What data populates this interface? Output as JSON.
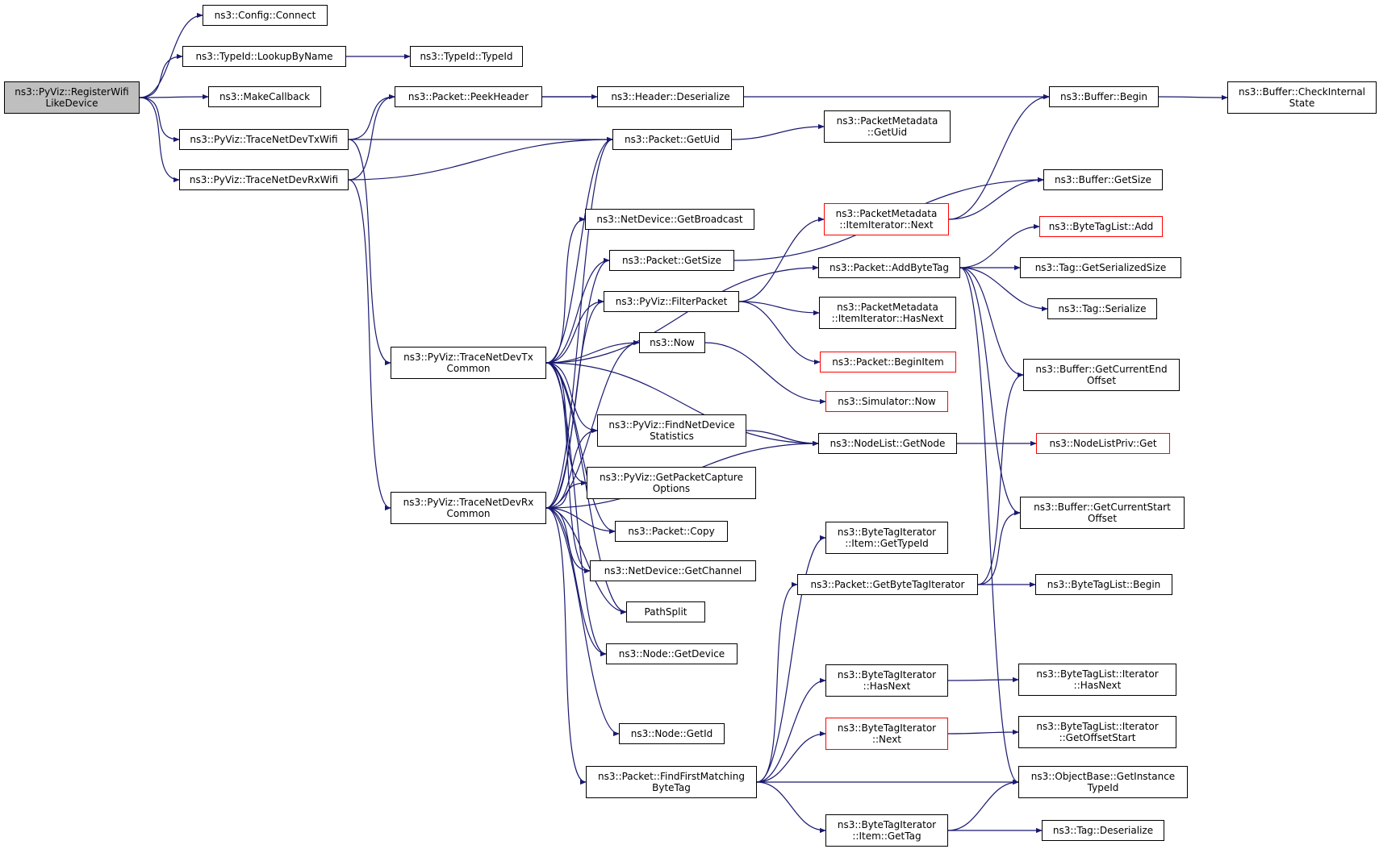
{
  "diagram": {
    "edge_color": "#191970",
    "undocumented_border_color": "#ff0000",
    "root_fill": "#bfbfbf",
    "nodes": [
      {
        "id": "root",
        "lines": [
          "ns3::PyViz::RegisterWifi",
          "LikeDevice"
        ]
      },
      {
        "id": "configConnect",
        "lines": [
          "ns3::Config::Connect"
        ]
      },
      {
        "id": "typeIdLookup",
        "lines": [
          "ns3::TypeId::LookupByName"
        ]
      },
      {
        "id": "typeId",
        "lines": [
          "ns3::TypeId::TypeId"
        ]
      },
      {
        "id": "makeCallback",
        "lines": [
          "ns3::MakeCallback"
        ]
      },
      {
        "id": "txWifi",
        "lines": [
          "ns3::PyViz::TraceNetDevTxWifi"
        ]
      },
      {
        "id": "rxWifi",
        "lines": [
          "ns3::PyViz::TraceNetDevRxWifi"
        ]
      },
      {
        "id": "peekHeader",
        "lines": [
          "ns3::Packet::PeekHeader"
        ]
      },
      {
        "id": "headerDeser",
        "lines": [
          "ns3::Header::Deserialize"
        ]
      },
      {
        "id": "bufferBegin",
        "lines": [
          "ns3::Buffer::Begin"
        ]
      },
      {
        "id": "bufferCheck",
        "lines": [
          "ns3::Buffer::CheckInternal",
          "State"
        ]
      },
      {
        "id": "getUid",
        "lines": [
          "ns3::Packet::GetUid"
        ]
      },
      {
        "id": "pmGetUid",
        "lines": [
          "ns3::PacketMetadata",
          "::GetUid"
        ]
      },
      {
        "id": "bufferGetSize",
        "lines": [
          "ns3::Buffer::GetSize"
        ]
      },
      {
        "id": "getBroadcast",
        "lines": [
          "ns3::NetDevice::GetBroadcast"
        ]
      },
      {
        "id": "pmNext",
        "lines": [
          "ns3::PacketMetadata",
          "::ItemIterator::Next"
        ],
        "undocumented": true
      },
      {
        "id": "getSize",
        "lines": [
          "ns3::Packet::GetSize"
        ]
      },
      {
        "id": "addByteTag",
        "lines": [
          "ns3::Packet::AddByteTag"
        ]
      },
      {
        "id": "btlAdd",
        "lines": [
          "ns3::ByteTagList::Add"
        ],
        "undocumented": true
      },
      {
        "id": "tagGetSerSize",
        "lines": [
          "ns3::Tag::GetSerializedSize"
        ]
      },
      {
        "id": "tagSerialize",
        "lines": [
          "ns3::Tag::Serialize"
        ]
      },
      {
        "id": "filterPacket",
        "lines": [
          "ns3::PyViz::FilterPacket"
        ]
      },
      {
        "id": "pmHasNext",
        "lines": [
          "ns3::PacketMetadata",
          "::ItemIterator::HasNext"
        ]
      },
      {
        "id": "now",
        "lines": [
          "ns3::Now"
        ]
      },
      {
        "id": "txCommon",
        "lines": [
          "ns3::PyViz::TraceNetDevTx",
          "Common"
        ]
      },
      {
        "id": "beginItem",
        "lines": [
          "ns3::Packet::BeginItem"
        ],
        "undocumented": true
      },
      {
        "id": "bufferCurEnd",
        "lines": [
          "ns3::Buffer::GetCurrentEnd",
          "Offset"
        ]
      },
      {
        "id": "simNow",
        "lines": [
          "ns3::Simulator::Now"
        ],
        "undocumented": true
      },
      {
        "id": "findNetDevStats",
        "lines": [
          "ns3::PyViz::FindNetDevice",
          "Statistics"
        ]
      },
      {
        "id": "nodeListGetNode",
        "lines": [
          "ns3::NodeList::GetNode"
        ]
      },
      {
        "id": "nodeListPrivGet",
        "lines": [
          "ns3::NodeListPriv::Get"
        ],
        "undocumented": true
      },
      {
        "id": "getPacketCapture",
        "lines": [
          "ns3::PyViz::GetPacketCapture",
          "Options"
        ]
      },
      {
        "id": "rxCommon",
        "lines": [
          "ns3::PyViz::TraceNetDevRx",
          "Common"
        ]
      },
      {
        "id": "bufferCurStart",
        "lines": [
          "ns3::Buffer::GetCurrentStart",
          "Offset"
        ]
      },
      {
        "id": "packetCopy",
        "lines": [
          "ns3::Packet::Copy"
        ]
      },
      {
        "id": "btiItemGetTypeId",
        "lines": [
          "ns3::ByteTagIterator",
          "::Item::GetTypeId"
        ]
      },
      {
        "id": "getChannel",
        "lines": [
          "ns3::NetDevice::GetChannel"
        ]
      },
      {
        "id": "getByteTagIter",
        "lines": [
          "ns3::Packet::GetByteTagIterator"
        ]
      },
      {
        "id": "btlBegin",
        "lines": [
          "ns3::ByteTagList::Begin"
        ]
      },
      {
        "id": "pathSplit",
        "lines": [
          "PathSplit"
        ]
      },
      {
        "id": "nodeGetDevice",
        "lines": [
          "ns3::Node::GetDevice"
        ]
      },
      {
        "id": "btiHasNext",
        "lines": [
          "ns3::ByteTagIterator",
          "::HasNext"
        ]
      },
      {
        "id": "btlIterHasNext",
        "lines": [
          "ns3::ByteTagList::Iterator",
          "::HasNext"
        ]
      },
      {
        "id": "nodeGetId",
        "lines": [
          "ns3::Node::GetId"
        ]
      },
      {
        "id": "btiNext",
        "lines": [
          "ns3::ByteTagIterator",
          "::Next"
        ],
        "undocumented": true
      },
      {
        "id": "btlIterOffset",
        "lines": [
          "ns3::ByteTagList::Iterator",
          "::GetOffsetStart"
        ]
      },
      {
        "id": "findFirstMatching",
        "lines": [
          "ns3::Packet::FindFirstMatching",
          "ByteTag"
        ]
      },
      {
        "id": "objGetInstance",
        "lines": [
          "ns3::ObjectBase::GetInstance",
          "TypeId"
        ]
      },
      {
        "id": "btiItemGetTag",
        "lines": [
          "ns3::ByteTagIterator",
          "::Item::GetTag"
        ]
      },
      {
        "id": "tagDeserialize",
        "lines": [
          "ns3::Tag::Deserialize"
        ]
      }
    ],
    "edges": [
      [
        "root",
        "configConnect"
      ],
      [
        "root",
        "typeIdLookup"
      ],
      [
        "root",
        "makeCallback"
      ],
      [
        "root",
        "txWifi"
      ],
      [
        "root",
        "rxWifi"
      ],
      [
        "typeIdLookup",
        "typeId"
      ],
      [
        "txWifi",
        "peekHeader"
      ],
      [
        "txWifi",
        "getUid"
      ],
      [
        "txWifi",
        "txCommon"
      ],
      [
        "rxWifi",
        "peekHeader"
      ],
      [
        "rxWifi",
        "getUid"
      ],
      [
        "rxWifi",
        "rxCommon"
      ],
      [
        "peekHeader",
        "headerDeser"
      ],
      [
        "peekHeader",
        "bufferBegin"
      ],
      [
        "bufferBegin",
        "bufferCheck"
      ],
      [
        "getUid",
        "pmGetUid"
      ],
      [
        "pmNext",
        "bufferBegin"
      ],
      [
        "pmNext",
        "bufferGetSize"
      ],
      [
        "getSize",
        "bufferGetSize"
      ],
      [
        "addByteTag",
        "btlAdd"
      ],
      [
        "addByteTag",
        "tagGetSerSize"
      ],
      [
        "addByteTag",
        "tagSerialize"
      ],
      [
        "addByteTag",
        "bufferCurEnd"
      ],
      [
        "addByteTag",
        "bufferCurStart"
      ],
      [
        "addByteTag",
        "objGetInstance"
      ],
      [
        "filterPacket",
        "pmNext"
      ],
      [
        "filterPacket",
        "pmHasNext"
      ],
      [
        "filterPacket",
        "beginItem"
      ],
      [
        "now",
        "simNow"
      ],
      [
        "txCommon",
        "getUid"
      ],
      [
        "txCommon",
        "getBroadcast"
      ],
      [
        "txCommon",
        "getSize"
      ],
      [
        "txCommon",
        "addByteTag"
      ],
      [
        "txCommon",
        "filterPacket"
      ],
      [
        "txCommon",
        "now"
      ],
      [
        "txCommon",
        "findNetDevStats"
      ],
      [
        "txCommon",
        "nodeListGetNode"
      ],
      [
        "txCommon",
        "getPacketCapture"
      ],
      [
        "txCommon",
        "packetCopy"
      ],
      [
        "txCommon",
        "getChannel"
      ],
      [
        "txCommon",
        "pathSplit"
      ],
      [
        "txCommon",
        "nodeGetDevice"
      ],
      [
        "rxCommon",
        "getUid"
      ],
      [
        "rxCommon",
        "getSize"
      ],
      [
        "rxCommon",
        "filterPacket"
      ],
      [
        "rxCommon",
        "now"
      ],
      [
        "rxCommon",
        "findNetDevStats"
      ],
      [
        "rxCommon",
        "nodeListGetNode"
      ],
      [
        "rxCommon",
        "getPacketCapture"
      ],
      [
        "rxCommon",
        "packetCopy"
      ],
      [
        "rxCommon",
        "getChannel"
      ],
      [
        "rxCommon",
        "pathSplit"
      ],
      [
        "rxCommon",
        "nodeGetDevice"
      ],
      [
        "rxCommon",
        "nodeGetId"
      ],
      [
        "rxCommon",
        "findFirstMatching"
      ],
      [
        "findNetDevStats",
        "nodeListGetNode"
      ],
      [
        "nodeListGetNode",
        "nodeListPrivGet"
      ],
      [
        "getByteTagIter",
        "btlBegin"
      ],
      [
        "getByteTagIter",
        "bufferCurEnd"
      ],
      [
        "getByteTagIter",
        "bufferCurStart"
      ],
      [
        "btiHasNext",
        "btlIterHasNext"
      ],
      [
        "btiNext",
        "btlIterOffset"
      ],
      [
        "findFirstMatching",
        "btiItemGetTypeId"
      ],
      [
        "findFirstMatching",
        "getByteTagIter"
      ],
      [
        "findFirstMatching",
        "btiHasNext"
      ],
      [
        "findFirstMatching",
        "btiNext"
      ],
      [
        "findFirstMatching",
        "objGetInstance"
      ],
      [
        "findFirstMatching",
        "btiItemGetTag"
      ],
      [
        "btiItemGetTag",
        "objGetInstance"
      ],
      [
        "btiItemGetTag",
        "tagDeserialize"
      ]
    ]
  }
}
